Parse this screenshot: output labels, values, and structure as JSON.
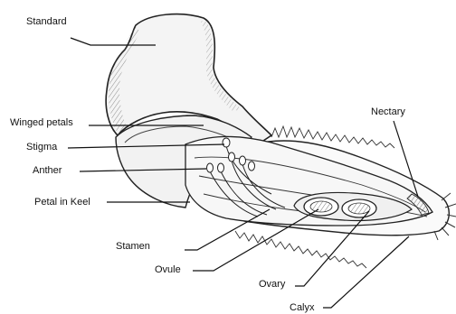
{
  "labels": {
    "standard": "Standard",
    "winged_petals": "Winged petals",
    "stigma": "Stigma",
    "anther": "Anther",
    "petal_in_keel": "Petal in Keel",
    "stamen": "Stamen",
    "ovule": "Ovule",
    "ovary": "Ovary",
    "calyx": "Calyx",
    "nectary": "Nectary"
  }
}
